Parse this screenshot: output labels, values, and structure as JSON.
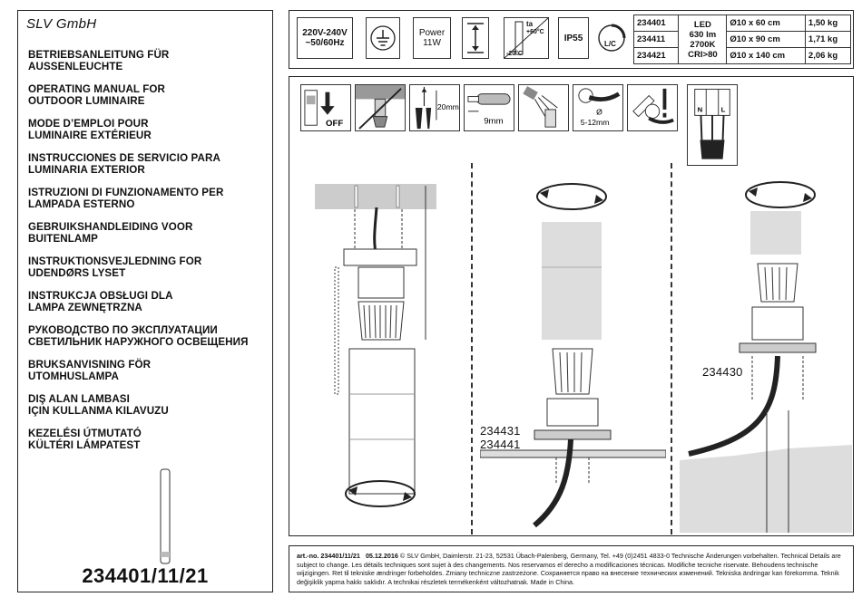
{
  "brand": "SLV GmbH",
  "titles": [
    [
      "BETRIEBSANLEITUNG FÜR",
      "AUSSENLEUCHTE"
    ],
    [
      "OPERATING MANUAL FOR",
      "OUTDOOR LUMINAIRE"
    ],
    [
      "MODE D’EMPLOI POUR",
      "LUMINAIRE EXTÉRIEUR"
    ],
    [
      "INSTRUCCIONES DE SERVICIO PARA",
      "LUMINARIA EXTERIOR"
    ],
    [
      "ISTRUZIONI DI FUNZIONAMENTO PER",
      "LAMPADA ESTERNO"
    ],
    [
      "GEBRUIKSHANDLEIDING VOOR",
      "BUITENLAMP"
    ],
    [
      "INSTRUKTIONSVEJLEDNING FOR",
      "UDENDØRS LYSET"
    ],
    [
      "INSTRUKCJA OBSŁUGI DLA",
      "LAMPA ZEWNĘTRZNA"
    ],
    [
      "РУКОВОДСТВО ПО ЭКСПЛУАТАЦИИ",
      "СВЕТИЛЬНИК НАРУЖНОГО ОСВЕЩЕНИЯ"
    ],
    [
      "BRUKSANVISNING FÖR",
      "UTOMHUSLAMPA"
    ],
    [
      "DIŞ ALAN LAMBASI",
      "IÇIN KULLANMA KILAVUZU"
    ],
    [
      "KEZELÉSI ÚTMUTATÓ",
      "KÜLTÉRI LÁMPATEST"
    ]
  ],
  "model_number": "234401/11/21",
  "specs": {
    "voltage": [
      "220V-240V",
      "~50/60Hz"
    ],
    "power": [
      "Power",
      "11W"
    ],
    "ta_label": "ta",
    "ta_max": "+60°C",
    "ta_min": "-20°C",
    "ip": "IP55",
    "lc_label": "L/C",
    "led": [
      "LED",
      "630 lm",
      "2700K",
      "CRI>80"
    ],
    "table": [
      {
        "art": "234401",
        "dim": "Ø10 x 60 cm",
        "weight": "1,50 kg"
      },
      {
        "art": "234411",
        "dim": "Ø10 x 90 cm",
        "weight": "1,71 kg"
      },
      {
        "art": "234421",
        "dim": "Ø10 x 140 cm",
        "weight": "2,06 kg"
      }
    ]
  },
  "icons": {
    "off_label": "OFF",
    "mm20": "20mm",
    "mm9": "9mm",
    "mm512": "5-12mm",
    "diam": "Ø",
    "n_label": "N",
    "l_label": "L"
  },
  "model_labels": {
    "a": "234431",
    "b": "234441",
    "c": "234430"
  },
  "footer": {
    "art": "art.-no. 234401/11/21",
    "date": "05.12.2016",
    "text": "© SLV GmbH, Daimlerstr. 21-23, 52531 Übach-Palenberg, Germany, Tel. +49 (0)2451 4833-0   Technische Änderungen vorbehalten. Technical Details are subject to change. Les détails techniques sont sujet à des changements. Nos reservamos el derecho a modificaciones técnicas. Modifiche tecniche riservate. Behoudens technische wijzigingen. Ret til tekniske ændringer forbeholdes. Zmiany techniczne zastrzeżone. Сохраняется право на внесение технических изменений. Tekniska ändringar kan förekomma. Teknik değişiklik yapma hakkı saklıdır. A technikai részletek termékenként változhatnak. Made in China."
  }
}
